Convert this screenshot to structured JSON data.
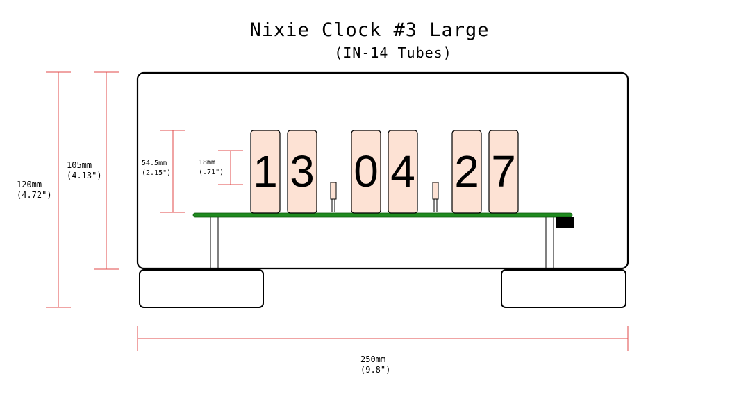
{
  "header": {
    "title": "Nixie Clock #3 Large",
    "subtitle": "(IN-14 Tubes)"
  },
  "colors": {
    "outline": "#000000",
    "dimension_line": "#e24a4a",
    "tube_fill": "#fde2d4",
    "pcb": "#1f8a1f",
    "connector": "#000000"
  },
  "clock": {
    "digits": [
      "1",
      "3",
      "0",
      "4",
      "2",
      "7"
    ]
  },
  "dimensions": {
    "overall_height": {
      "mm": "120mm",
      "inch": "(4.72\")"
    },
    "case_height": {
      "mm": "105mm",
      "inch": "(4.13\")"
    },
    "tube_height": {
      "mm": "54.5mm",
      "inch": "(2.15\")"
    },
    "digit_height": {
      "mm": "18mm",
      "inch": "(.71\")"
    },
    "width": {
      "mm": "250mm",
      "inch": "(9.8\")"
    }
  }
}
